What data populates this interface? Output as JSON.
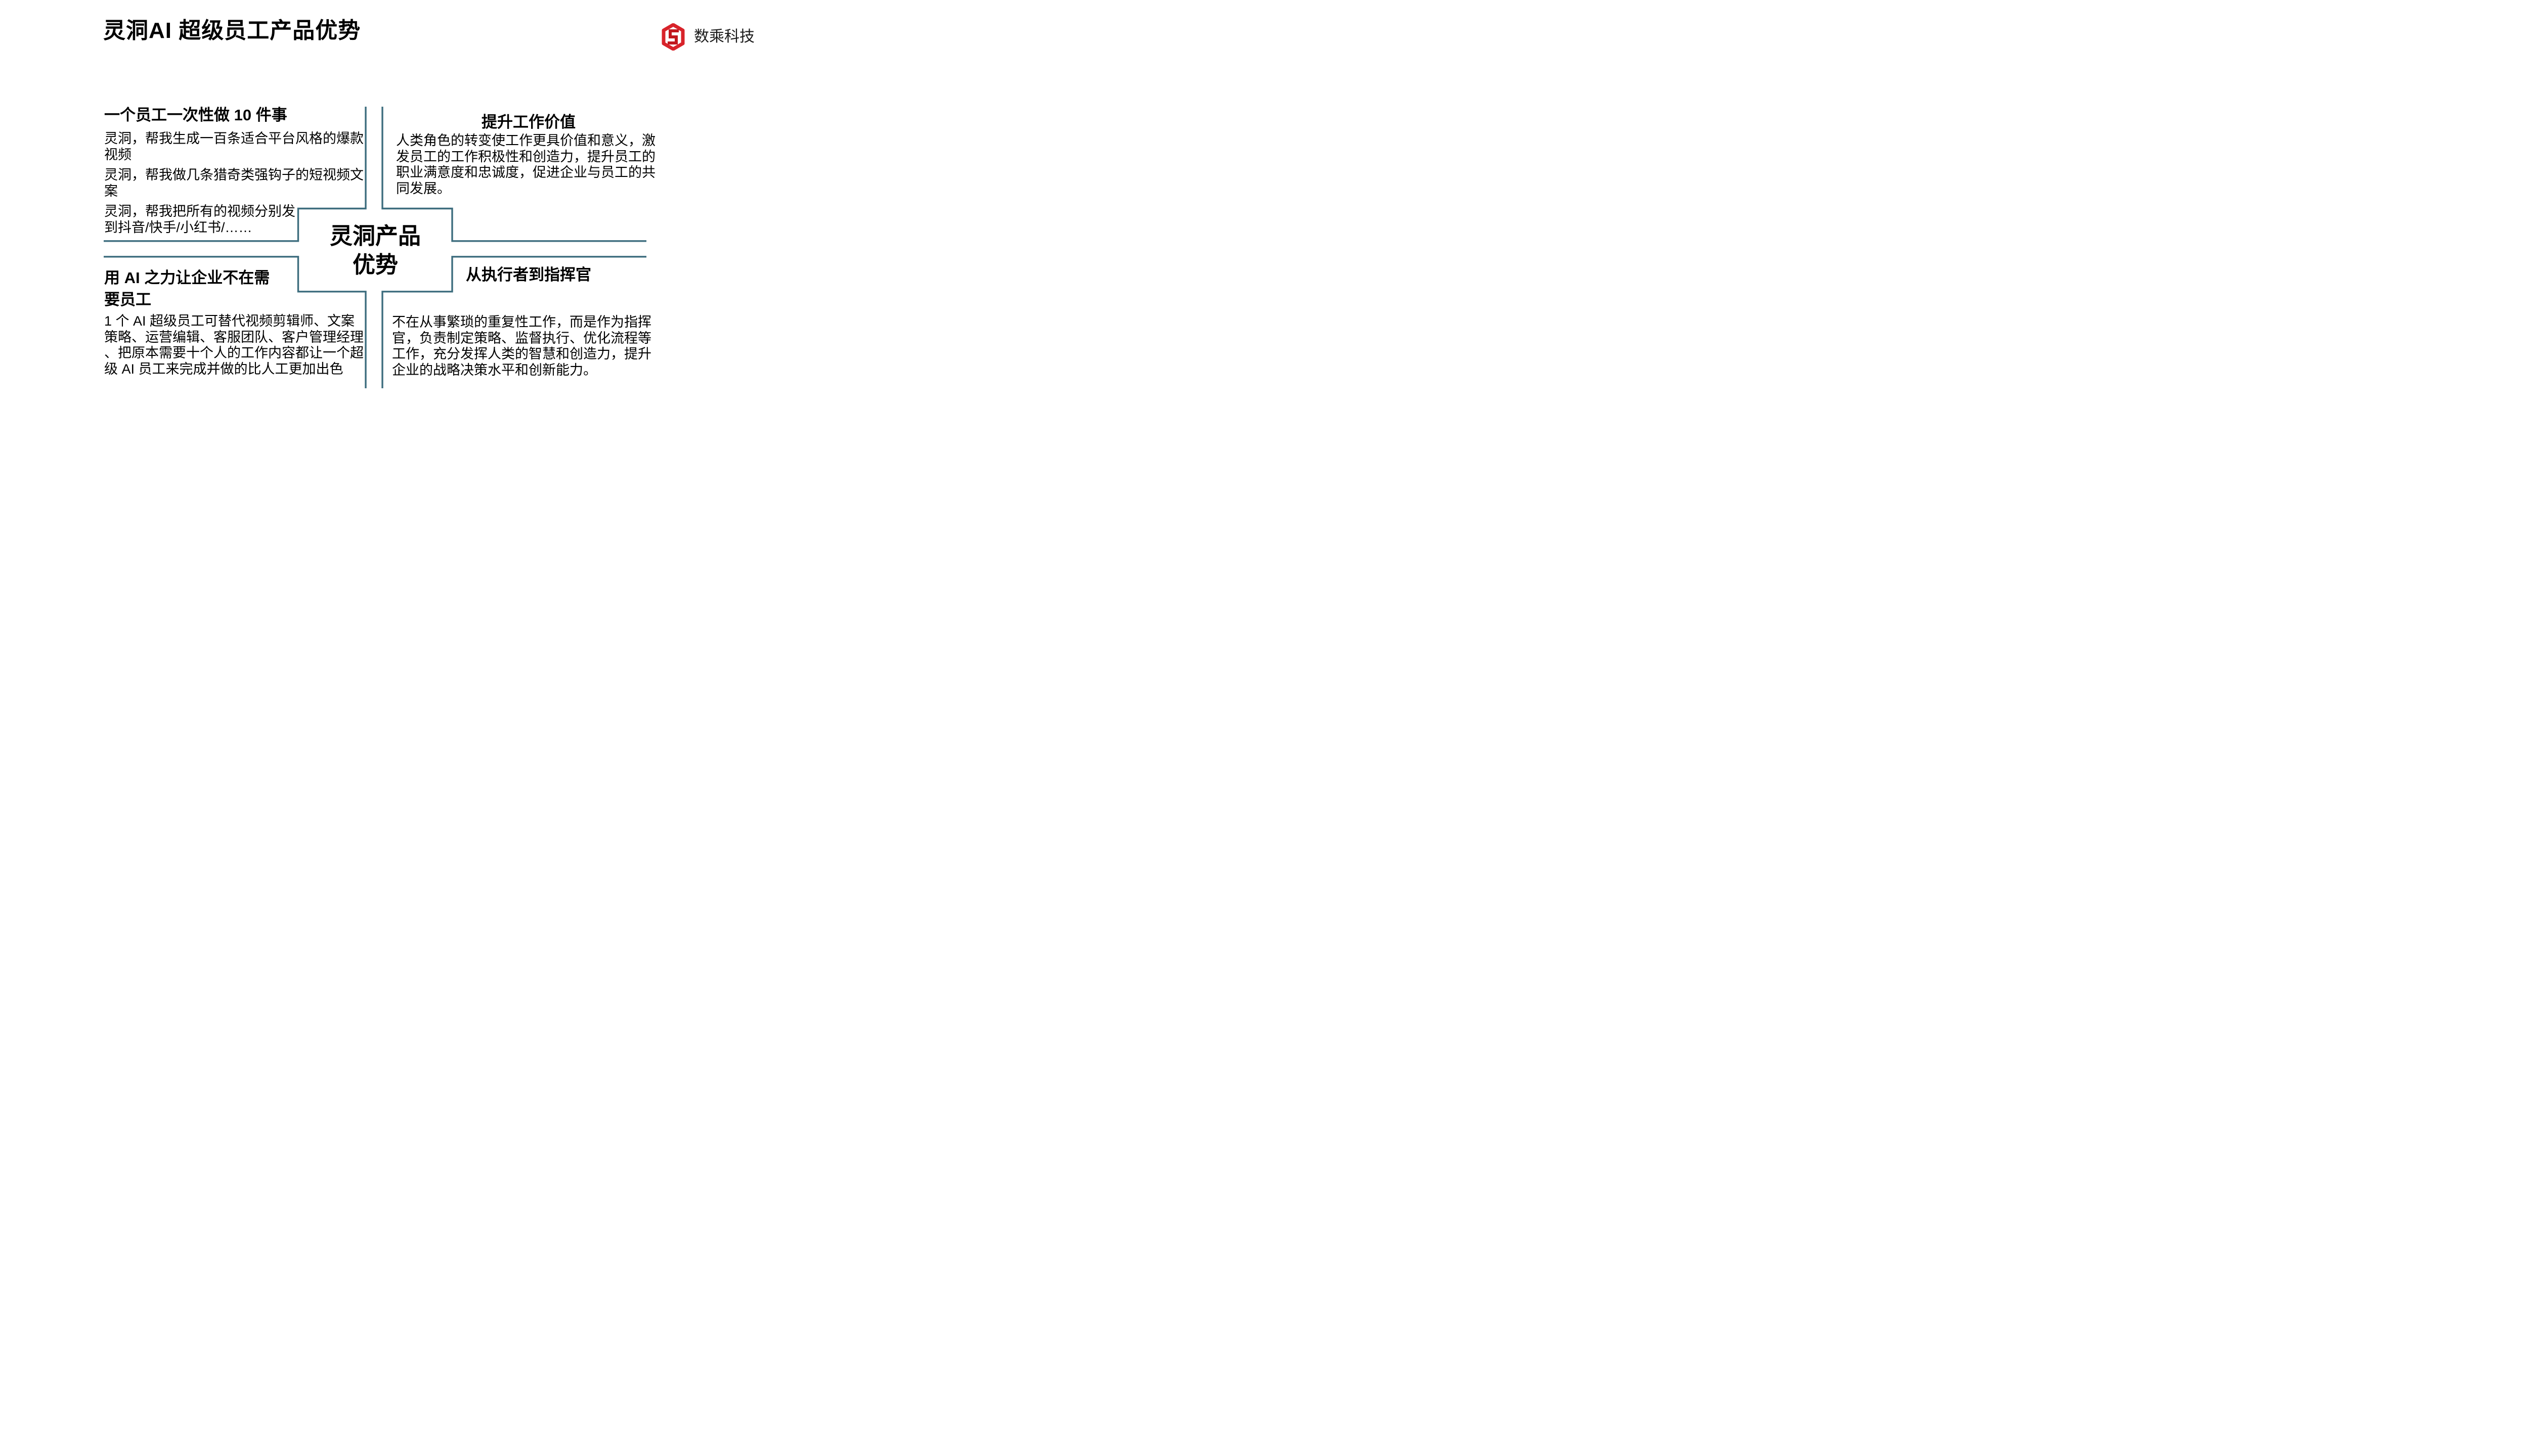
{
  "page": {
    "title": "灵洞AI 超级员工产品优势"
  },
  "logo": {
    "company": "数乘科技",
    "icon": "hexagon-cube-logo",
    "brand_color": "#D8232A"
  },
  "diagram": {
    "accent_color": "#3D6D7E",
    "center": {
      "label_lines": [
        "灵洞产品",
        "优势"
      ]
    },
    "quadrants": [
      {
        "id": "top-left",
        "heading": "一个员工一次性做 10 件事",
        "paragraphs": [
          [
            "灵洞，帮我生成一百条适合平台风格的爆款",
            "视频"
          ],
          [
            "灵洞，帮我做几条猎奇类强钩子的短视频文",
            "案"
          ],
          [
            "灵洞，帮我把所有的视频分别发",
            "到抖音/快手/小红书/……"
          ]
        ]
      },
      {
        "id": "top-right",
        "heading": "提升工作价值",
        "paragraphs": [
          [
            "人类角色的转变使工作更具价值和意义，激",
            "发员工的工作积极性和创造力，提升员工的",
            "职业满意度和忠诚度，促进企业与员工的共",
            "同发展。"
          ]
        ]
      },
      {
        "id": "bottom-left",
        "heading": [
          "用 AI 之力让企业不在需",
          "要员工"
        ],
        "paragraphs": [
          [
            "1 个 AI 超级员工可替代视频剪辑师、文案",
            "策略、运营编辑、客服团队、客户管理经理",
            "、把原本需要十个人的工作内容都让一个超",
            "级 AI 员工来完成并做的比人工更加出色"
          ]
        ]
      },
      {
        "id": "bottom-right",
        "heading": "从执行者到指挥官",
        "paragraphs": [
          [
            "不在从事繁琐的重复性工作，而是作为指挥",
            "官，负责制定策略、监督执行、优化流程等",
            "工作，充分发挥人类的智慧和创造力，提升",
            "企业的战略决策水平和创新能力。"
          ]
        ]
      }
    ]
  }
}
